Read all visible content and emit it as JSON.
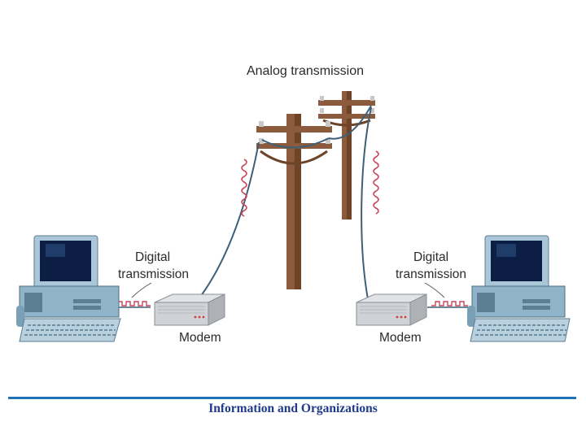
{
  "diagram": {
    "top_label": "Analog transmission",
    "left_label_line1": "Digital",
    "left_label_line2": "transmission",
    "right_label_line1": "Digital",
    "right_label_line2": "transmission",
    "left_modem_label": "Modem",
    "right_modem_label": "Modem"
  },
  "footer": {
    "text": "Information and Organizations"
  },
  "colors": {
    "cable": "#3e5f78",
    "analog_wave": "#c8465a",
    "digital_wave": "#c8465a",
    "pole_wood": "#8c5a3c",
    "footer_rule": "#1e73b8",
    "footer_text": "#1f3a8a",
    "computer_body": "#8fb3c8",
    "screen": "#0c1e44",
    "modem_body": "#cfd2d6"
  }
}
